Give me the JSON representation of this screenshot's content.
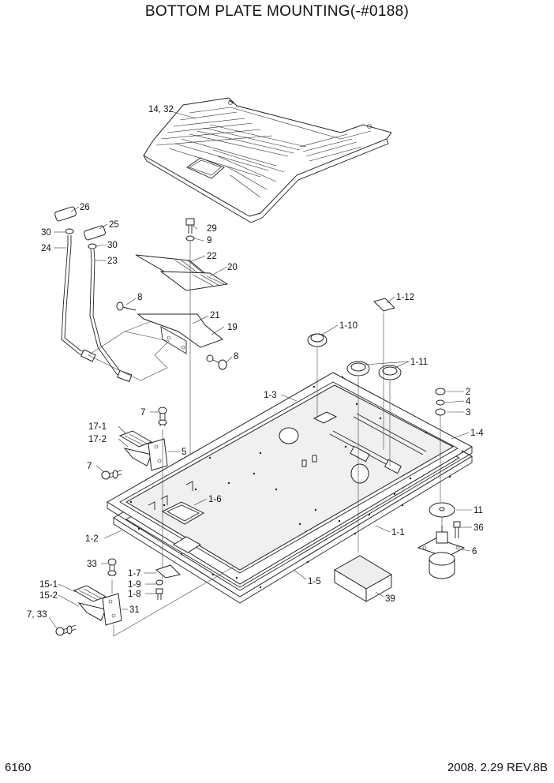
{
  "title": "BOTTOM PLATE MOUNTING(-#0188)",
  "footer": {
    "page_number": "6160",
    "revision": "2008. 2.29 REV.8B"
  },
  "callouts": {
    "c14_32": "14, 32",
    "c26": "26",
    "c30a": "30",
    "c24": "24",
    "c25": "25",
    "c30b": "30",
    "c23": "23",
    "c29": "29",
    "c9": "9",
    "c22": "22",
    "c20": "20",
    "c8a": "8",
    "c21": "21",
    "c19": "19",
    "c8b": "8",
    "c1_12": "1-12",
    "c1_10": "1-10",
    "c1_11": "1-11",
    "c1_3": "1-3",
    "c2": "2",
    "c4": "4",
    "c3": "3",
    "c1_4": "1-4",
    "c7a": "7",
    "c17_1": "17-1",
    "c17_2": "17-2",
    "c5": "5",
    "c7b": "7",
    "c1_6": "1-6",
    "c11": "11",
    "c36": "36",
    "c6": "6",
    "c1_2": "1-2",
    "c1_1": "1-1",
    "c33": "33",
    "c1_7": "1-7",
    "c1_9": "1-9",
    "c1_8": "1-8",
    "c15_1": "15-1",
    "c15_2": "15-2",
    "c31": "31",
    "c7_33": "7, 33",
    "c1_5": "1-5",
    "c39": "39"
  }
}
